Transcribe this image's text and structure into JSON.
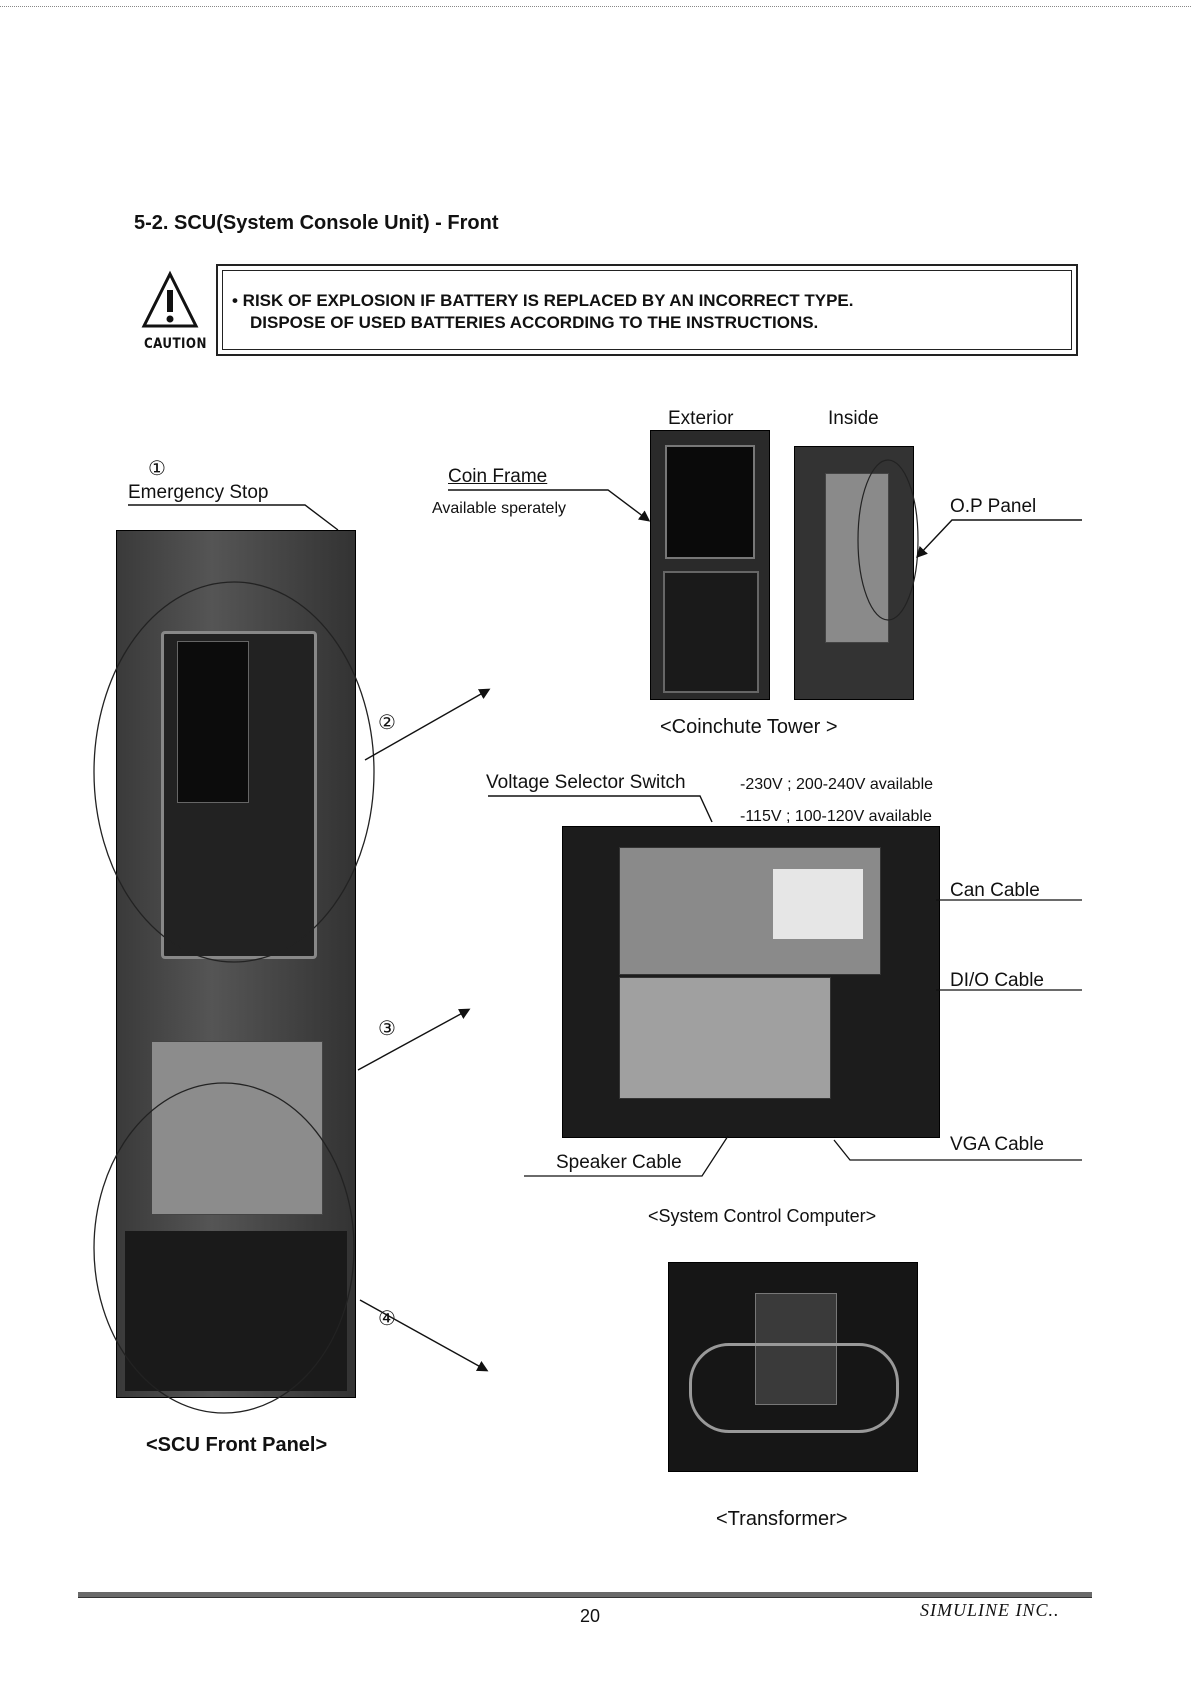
{
  "section_title": "5-2. SCU(System Console Unit) - Front",
  "caution": {
    "label": "CAUTION",
    "line1": "• RISK OF EXPLOSION IF BATTERY IS REPLACED BY AN INCORRECT TYPE.",
    "line2": "DISPOSE OF USED BATTERIES ACCORDING TO THE INSTRUCTIONS."
  },
  "markers": {
    "m1": "①",
    "m2": "②",
    "m3": "③",
    "m4": "④"
  },
  "labels": {
    "emergency_stop": "Emergency Stop",
    "coin_frame": "Coin Frame",
    "available_separately": "Available sperately",
    "exterior": "Exterior",
    "inside": "Inside",
    "op_panel": "O.P Panel",
    "voltage_selector": "Voltage Selector Switch",
    "voltage_230": "-230V ; 200-240V available",
    "voltage_115": "-115V ; 100-120V available",
    "can_cable": "Can Cable",
    "dio_cable": "DI/O Cable",
    "speaker_cable": "Speaker Cable",
    "vga_cable": "VGA Cable"
  },
  "captions": {
    "coinchute_tower": "<Coinchute Tower >",
    "system_control_computer": "<System Control Computer>",
    "scu_front_panel": "<SCU Front Panel>",
    "transformer": "<Transformer>"
  },
  "footer": {
    "page_number": "20",
    "company": "SIMULINE INC.."
  }
}
